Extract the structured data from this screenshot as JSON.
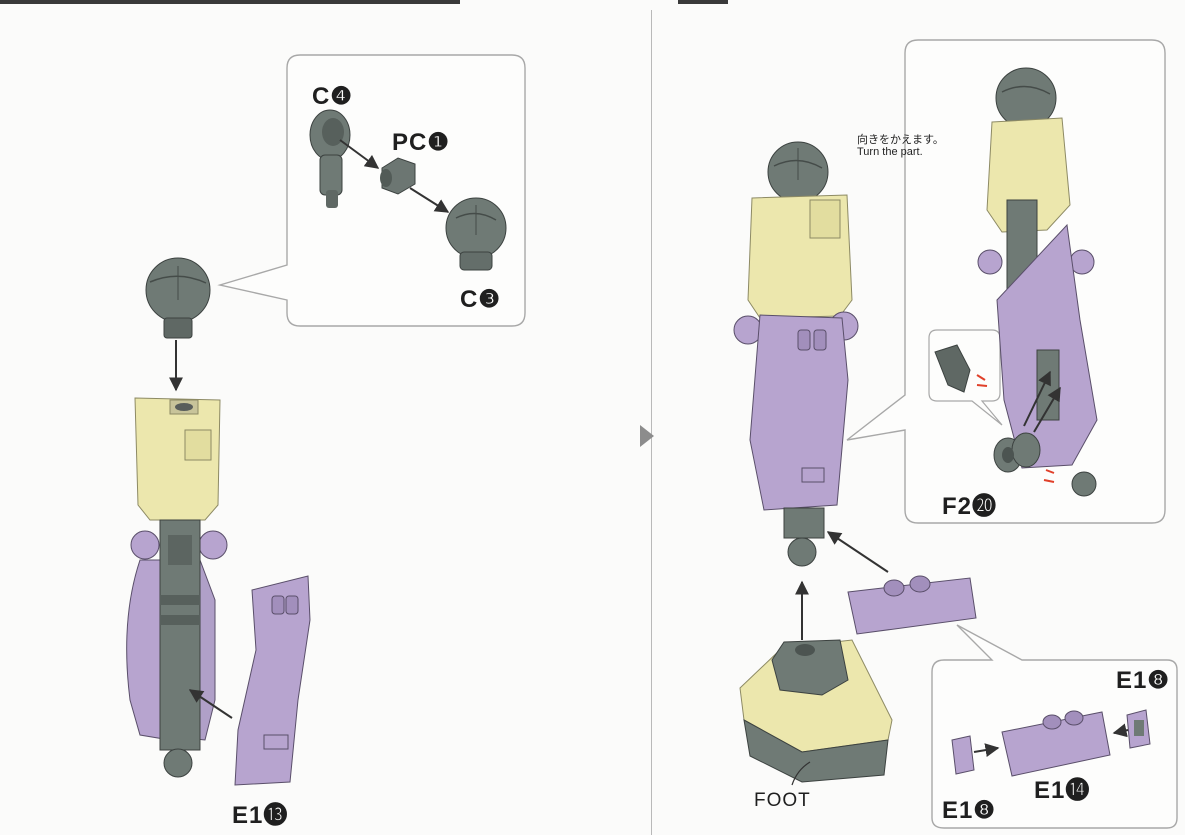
{
  "left_panel": {
    "callout_labels": {
      "c4": "C❹",
      "pc1": "PC❶",
      "c3": "C❸"
    },
    "part_label": "E1⓭"
  },
  "right_panel": {
    "note": {
      "japanese": "向きをかえます。",
      "english": "Turn the part."
    },
    "callout_top_label": "F2⓴",
    "foot_label": "FOOT",
    "callout_bottom_labels": {
      "e1_8_top": "E1❽",
      "e1_8_bottom": "E1❽",
      "e1_14": "E1⓮"
    }
  },
  "colors": {
    "gray_part": "#6f7a75",
    "cream_part": "#ece7ad",
    "lilac_part": "#b7a4cf",
    "callout_border": "#a8a8a8",
    "arrow": "#333333",
    "accent_red": "#e0402a"
  },
  "icons": {
    "next_step": "triangle-right-icon"
  }
}
